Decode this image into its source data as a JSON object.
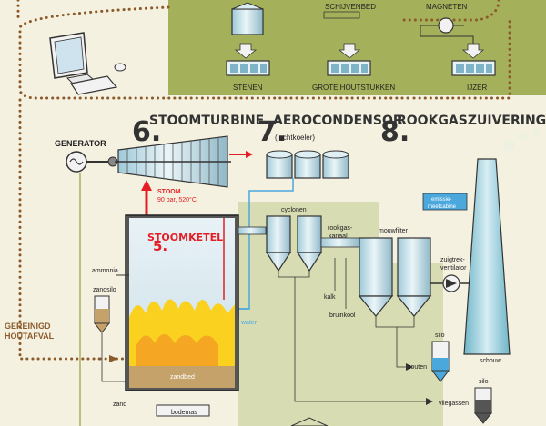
{
  "sections": {
    "steam_turbine": {
      "number": "6.",
      "title": "STOOMTURBINE"
    },
    "air_condenser": {
      "number": "7.",
      "title": "AEROCONDENSOR",
      "subtitle": "(luchtkoeler)"
    },
    "flue_gas_cleaning": {
      "number": "8.",
      "title": "ROOKGASZUIVERING"
    },
    "steam_boiler": {
      "number": "5.",
      "title": "STOOMKETEL"
    }
  },
  "top_panel": {
    "sieve_label": "SCHIJVENBED",
    "magnets_label": "MAGNETEN",
    "bins": [
      "STENEN",
      "GROTE HOUTSTUKKEN",
      "IJZER"
    ]
  },
  "labels": {
    "generator": "GENERATOR",
    "steam_line1": "STOOM",
    "steam_line2": "90 bar, 520°C",
    "water": "water",
    "cyclones": "cyclonen",
    "flue_channel_1": "rookgas-",
    "flue_channel_2": "kanaal",
    "bag_filter": "mouwfilter",
    "fan_1": "zuigtrek-",
    "fan_2": "ventilator",
    "emission_1": "emissie-",
    "emission_2": "meetcabine",
    "lime": "kalk",
    "lignite": "bruinkool",
    "ammonia": "ammonia",
    "sand_silo": "zandsilo",
    "clean_wood_1": "GEREINIGD",
    "clean_wood_2": "HOUTAFVAL",
    "sand_bed": "zandbed",
    "sand": "zand",
    "bottom_ash": "bodemas",
    "salts": "zouten",
    "silo_1": "silo",
    "silo_2": "silo",
    "fly_ash": "vliegassen",
    "chimney": "schouw"
  },
  "colors": {
    "top_panel": "#a5b15a",
    "steam": "#e31e25",
    "water": "#4aa8dd",
    "flame": "#f9d11e",
    "path": "#8b5a2b"
  }
}
